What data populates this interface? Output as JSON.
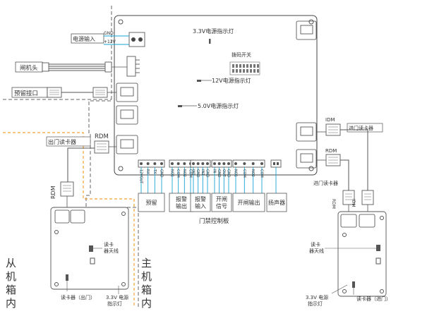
{
  "board": {
    "title": "门禁控制板",
    "led_3v3": "3.3V电源指示灯",
    "dip_switch": "拨码开关",
    "led_12v": "12V电源指示灯",
    "led_5v": "5.0V电源指示灯"
  },
  "power": {
    "label": "电源输入",
    "gnd": "GND",
    "v12": "+12V"
  },
  "left_labels": {
    "gate_head": "闸机头",
    "reserved_port": "预留接口",
    "rdm_out": "RDM",
    "exit_reader": "出门读卡器",
    "rdm_slave": "RDM"
  },
  "terminals": [
    {
      "label": "预留",
      "pins": [
        "12VOUT",
        "RX",
        "TX",
        "GND"
      ]
    },
    {
      "label": "报警\n输出",
      "pins": [
        "NO1",
        "COM",
        "NO2",
        "COM"
      ]
    },
    {
      "label": "报警\n输入",
      "pins": [
        "IN1",
        "GND",
        "IN2",
        "GND"
      ]
    },
    {
      "label": "开闸\n信号",
      "pins": [
        "IN",
        "GND",
        "OUT",
        "GND"
      ]
    },
    {
      "label": "开闸输出",
      "pins": [
        "NO1",
        "COM",
        "NO2",
        "COM"
      ]
    },
    {
      "label": "扬声器",
      "pins": []
    }
  ],
  "right_labels": {
    "idm": "IDM",
    "entry_reader_top": "进门读卡器",
    "rdm": "RDM",
    "entry_reader_bottom": "进门读卡器",
    "rdm_v": "RDM",
    "idm_v": "IDM"
  },
  "slave": {
    "title": "从机箱内",
    "antenna": "读卡\n器天线",
    "reader": "读卡器（出门）",
    "led": "3.3V 电源\n指示灯"
  },
  "master": {
    "title": "主机箱内",
    "antenna": "读卡\n器天线",
    "reader": "读卡器（进门）",
    "led": "3.3V 电源\n指示灯"
  }
}
